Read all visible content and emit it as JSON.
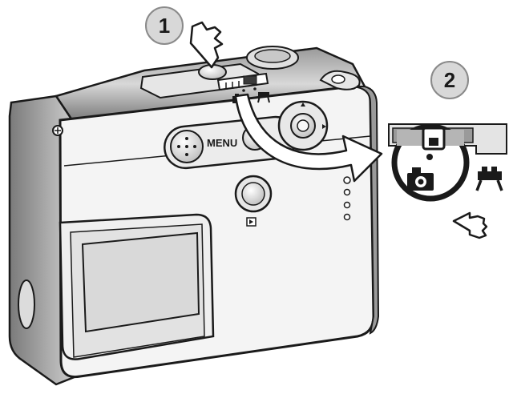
{
  "steps": {
    "step1": "1",
    "step2": "2"
  },
  "camera": {
    "menu_label": "MENU"
  },
  "icons": {
    "still_mode": "camera-icon",
    "movie_mode": "movie-camera-icon",
    "playback": "play-icon",
    "press_hand": "pointing-hand-icon",
    "slide_hand": "pointing-hand-icon"
  },
  "colors": {
    "outline": "#1a1a1a",
    "body_light": "#f2f2f2",
    "body_mid": "#cfcfcf",
    "body_dark": "#8a8a8a",
    "screen": "#d9d9d9",
    "badge": "#d8d8d8"
  }
}
